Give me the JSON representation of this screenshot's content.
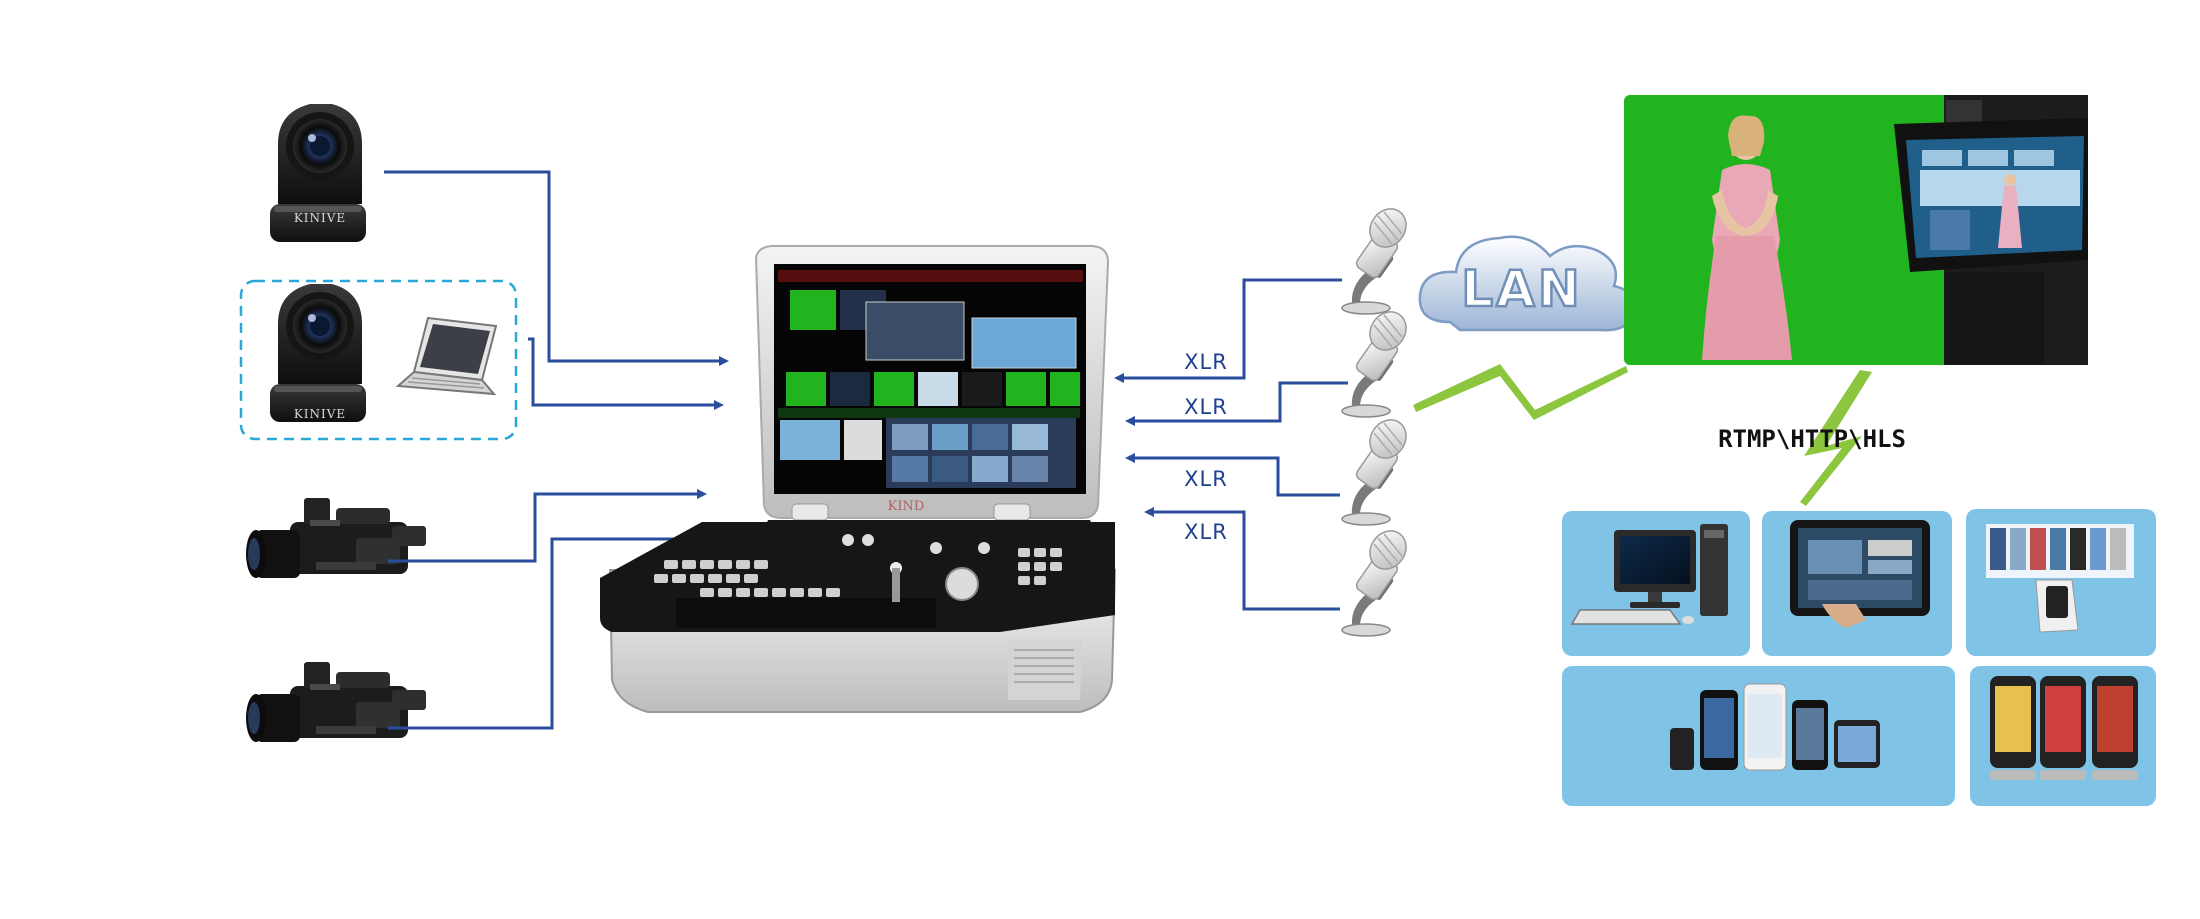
{
  "labels": {
    "xlr_1": "XLR",
    "xlr_2": "XLR",
    "xlr_3": "XLR",
    "xlr_4": "XLR",
    "lan": "LAN",
    "protocols": "RTMP\\HTTP\\HLS"
  },
  "brand": {
    "ptz_camera_1": "KINIVE",
    "ptz_camera_2": "KINIVE",
    "switcher_logo": "KIND"
  },
  "colors": {
    "connector_line": "#2a4d9c",
    "label_text": "#1f3f8f",
    "wireless_link": "#8cc63f",
    "device_panel": "#7fc3e6",
    "greenscreen": "#22b41e",
    "dashed_group": "#29a8d8"
  },
  "icons": [
    "ptz-camera-icon",
    "laptop-icon",
    "camcorder-icon",
    "portable-switcher-icon",
    "microphone-icon",
    "lan-cloud-icon",
    "greenscreen-studio-photo",
    "desktop-pc-icon",
    "tablet-icon",
    "smartphone-icon"
  ]
}
